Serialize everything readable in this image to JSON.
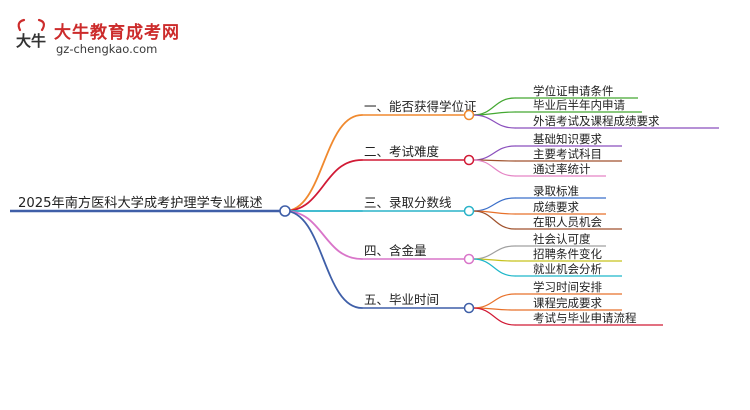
{
  "brand": {
    "name": "大牛教育成考网",
    "url": "gz-chengkao.com",
    "mark_text": "大牛"
  },
  "mindmap": {
    "root": "2025年南方医科大学成考护理学专业概述",
    "branches": [
      {
        "label": "一、能否获得学位证",
        "color": "#f0892e",
        "children": [
          {
            "label": "学位证申请条件",
            "color": "#44a832"
          },
          {
            "label": "毕业后半年内申请",
            "color": "#44a832"
          },
          {
            "label": "外语考试及课程成绩要求",
            "color": "#8b4fbd"
          }
        ]
      },
      {
        "label": "二、考试难度",
        "color": "#d11a35",
        "children": [
          {
            "label": "基础知识要求",
            "color": "#8b4fbd"
          },
          {
            "label": "主要考试科目",
            "color": "#a0522d"
          },
          {
            "label": "通过率统计",
            "color": "#e585c5"
          }
        ]
      },
      {
        "label": "三、录取分数线",
        "color": "#2ab3c9",
        "children": [
          {
            "label": "录取标准",
            "color": "#3b6fc9"
          },
          {
            "label": "成绩要求",
            "color": "#e8712a"
          },
          {
            "label": "在职人员机会",
            "color": "#a0522d"
          }
        ]
      },
      {
        "label": "四、含金量",
        "color": "#d975c9",
        "children": [
          {
            "label": "社会认可度",
            "color": "#a0a0a0"
          },
          {
            "label": "招聘条件变化",
            "color": "#c6c21c"
          },
          {
            "label": "就业机会分析",
            "color": "#1fb7c9"
          }
        ]
      },
      {
        "label": "五、毕业时间",
        "color": "#3f5fa8",
        "children": [
          {
            "label": "学习时间安排",
            "color": "#e8712a"
          },
          {
            "label": "课程完成要求",
            "color": "#e8712a"
          },
          {
            "label": "考试与毕业申请流程",
            "color": "#d11a35"
          }
        ]
      }
    ]
  }
}
